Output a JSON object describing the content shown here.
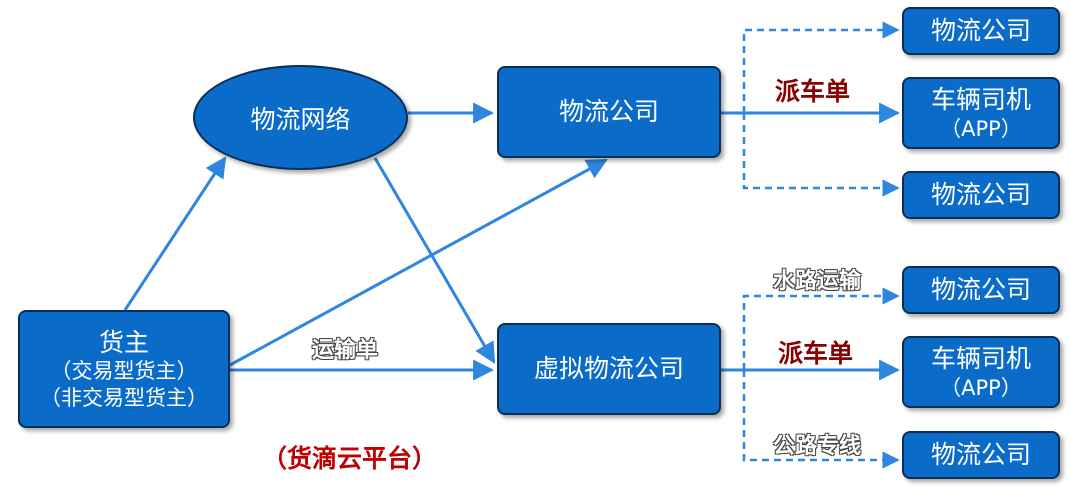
{
  "nodes": {
    "cargo_owner": {
      "title": "货主",
      "line2": "（交易型货主）",
      "line3": "（非交易型货主）"
    },
    "network": {
      "label": "物流网络"
    },
    "logistics_company": {
      "label": "物流公司"
    },
    "virtual_company": {
      "label": "虚拟物流公司"
    },
    "top_right": {
      "company_1": "物流公司",
      "driver_title": "车辆司机",
      "driver_sub": "（APP）",
      "company_2": "物流公司"
    },
    "bottom_right": {
      "company_1": "物流公司",
      "driver_title": "车辆司机",
      "driver_sub": "（APP）",
      "company_2": "物流公司"
    }
  },
  "edge_labels": {
    "transport_order": "运输单",
    "dispatch_top": "派车单",
    "dispatch_bottom": "派车单",
    "waterway": "水路运输",
    "highway_line": "公路专线"
  },
  "platform_label": "（货滴云平台）",
  "colors": {
    "node_fill": "#0b6bc9",
    "node_border": "#0a2f57",
    "arrow": "#2e86de",
    "dispatch_label": "#8b0000",
    "platform_label": "#c00000"
  }
}
